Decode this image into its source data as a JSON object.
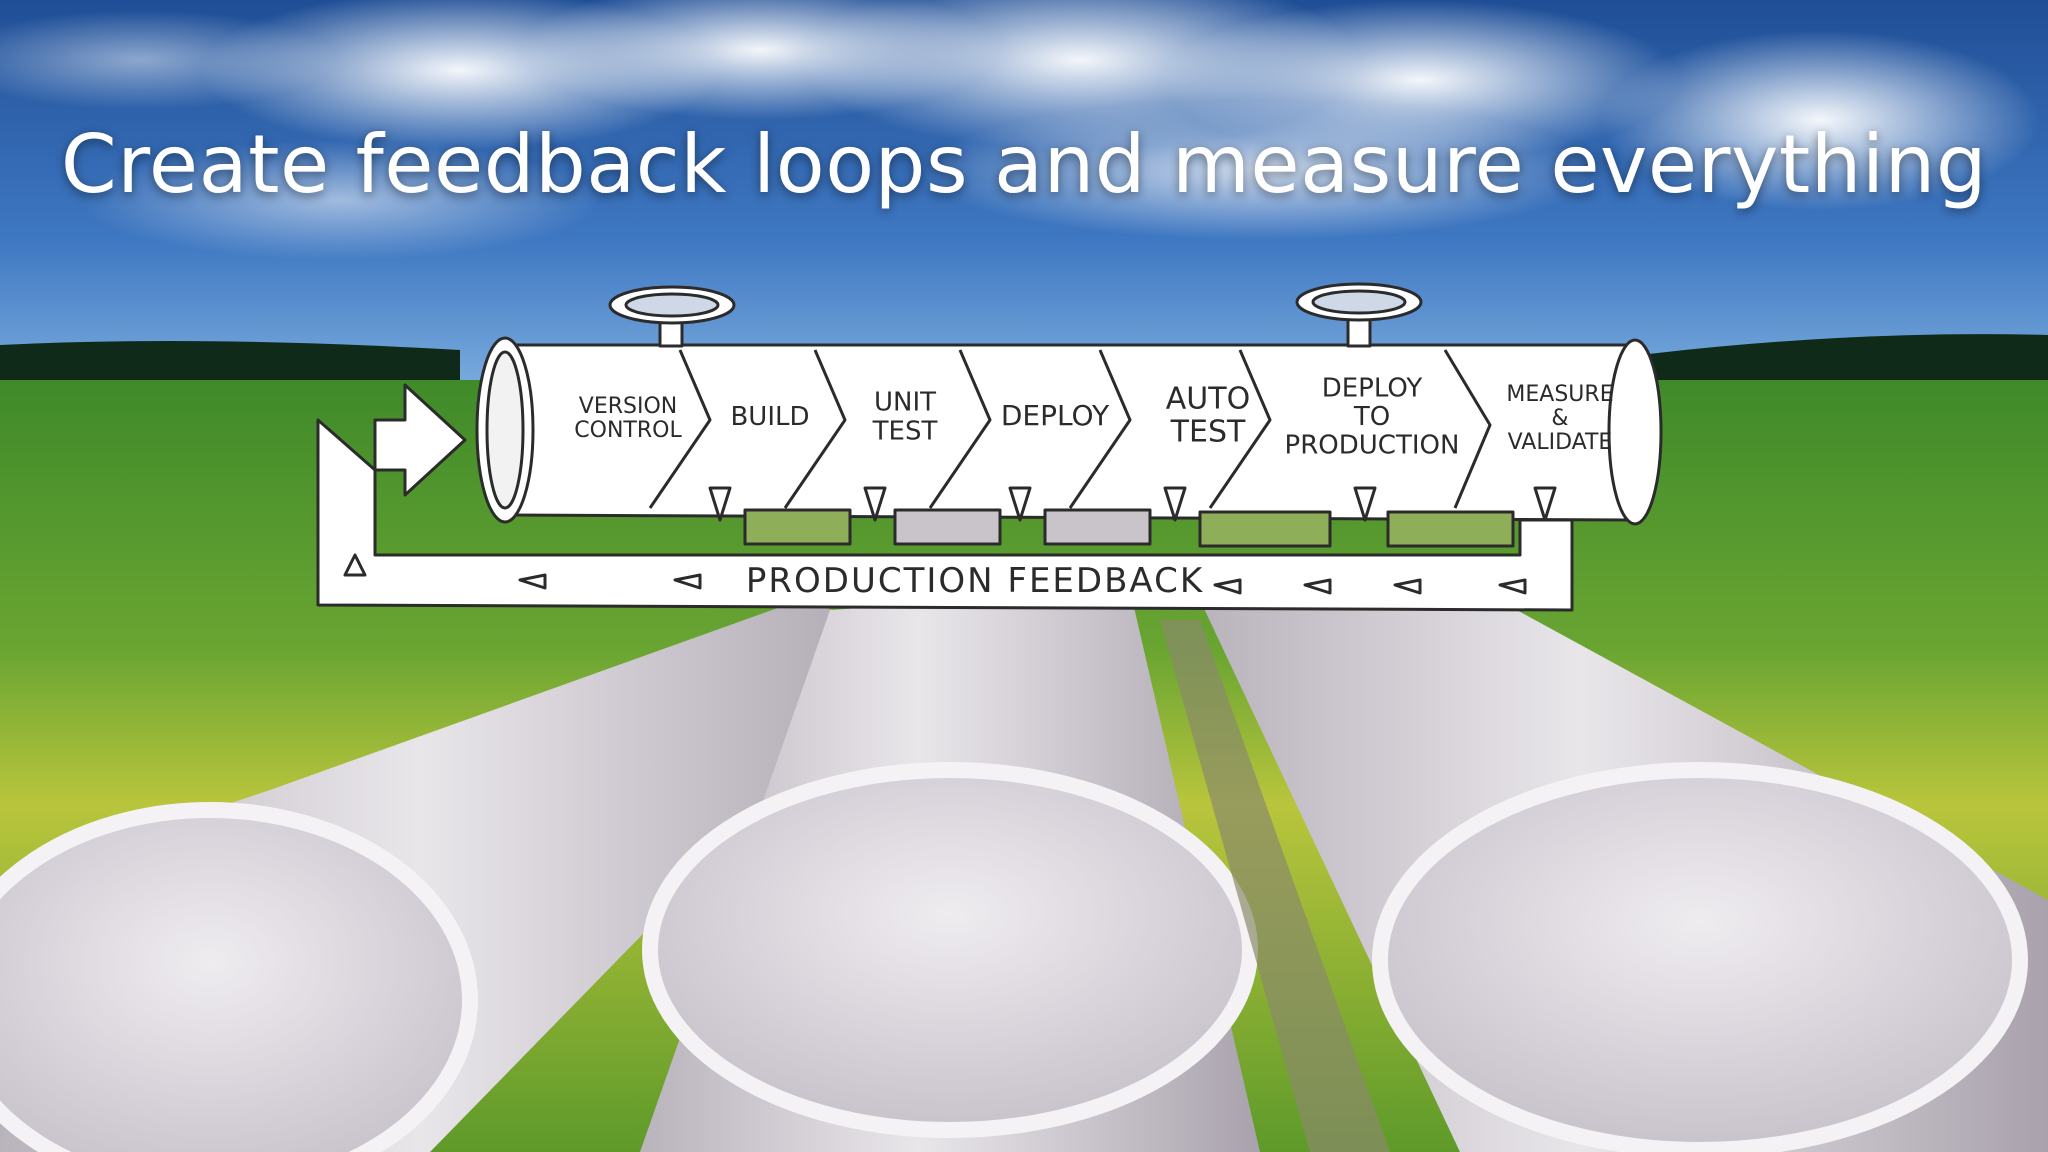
{
  "slide": {
    "title": "Create feedback loops and measure everything"
  },
  "pipeline": {
    "stages": [
      {
        "lines": [
          "VERSION",
          "CONTROL"
        ]
      },
      {
        "lines": [
          "BUILD"
        ]
      },
      {
        "lines": [
          "UNIT",
          "TEST"
        ]
      },
      {
        "lines": [
          "DEPLOY"
        ]
      },
      {
        "lines": [
          "AUTO",
          "TEST"
        ]
      },
      {
        "lines": [
          "DEPLOY",
          "TO",
          "PRODUCTION"
        ]
      },
      {
        "lines": [
          "MEASURE",
          "&",
          "VALIDATE"
        ]
      }
    ],
    "feedback_label": "PRODUCTION FEEDBACK"
  },
  "colors": {
    "sky_top": "#1f4e96",
    "sky_bottom": "#5a8fd0",
    "grass": "#5f9a2c",
    "pipe": "#d6d2d8",
    "sketch_ink": "#2b2b2b"
  }
}
